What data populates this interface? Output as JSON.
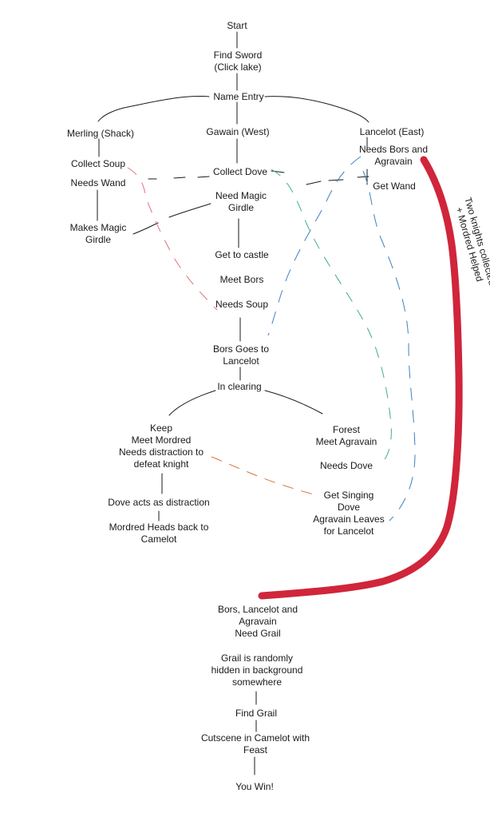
{
  "nodes": {
    "start": "Start",
    "find_sword": "Find Sword\n(Click lake)",
    "name_entry": "Name Entry",
    "merling": "Merling (Shack)",
    "collect_soup": "Collect Soup",
    "needs_wand": "Needs Wand",
    "makes_magic_girdle": "Makes Magic\nGirdle",
    "gawain": "Gawain (West)",
    "collect_dove": "Collect Dove",
    "need_magic_girdle": "Need Magic\nGirdle",
    "get_to_castle": "Get to castle",
    "meet_bors": "Meet Bors",
    "needs_soup": "Needs Soup",
    "bors_goes": "Bors Goes to\nLancelot",
    "in_clearing": "In clearing",
    "lancelot": "Lancelot (East)",
    "needs_bors_agravain": "Needs Bors and\nAgravain",
    "get_wand": "Get Wand",
    "keep": "Keep\nMeet Mordred\nNeeds distraction to\ndefeat knight",
    "dove_distraction": "Dove acts as distraction",
    "mordred_heads": "Mordred Heads back to\nCamelot",
    "forest": "Forest\nMeet Agravain",
    "needs_dove": "Needs Dove",
    "get_singing_dove": "Get Singing\nDove\nAgravain Leaves\nfor Lancelot",
    "need_grail": "Bors, Lancelot and\nAgravain\nNeed Grail",
    "grail_hidden": "Grail is randomly\nhidden in background\nsomewhere",
    "find_grail": "Find Grail",
    "cutscene": "Cutscene in Camelot with\nFeast",
    "you_win": "You Win!"
  },
  "annotation": "Two knights collected\n+ Mordred Helped",
  "colors": {
    "ink": "#1a1a1a",
    "red_path": "#d0253a",
    "soup_link": "#e0707a",
    "dove_link": "#3fae8e",
    "wand_link": "#3f7fc4",
    "distraction_link": "#d9743a"
  }
}
